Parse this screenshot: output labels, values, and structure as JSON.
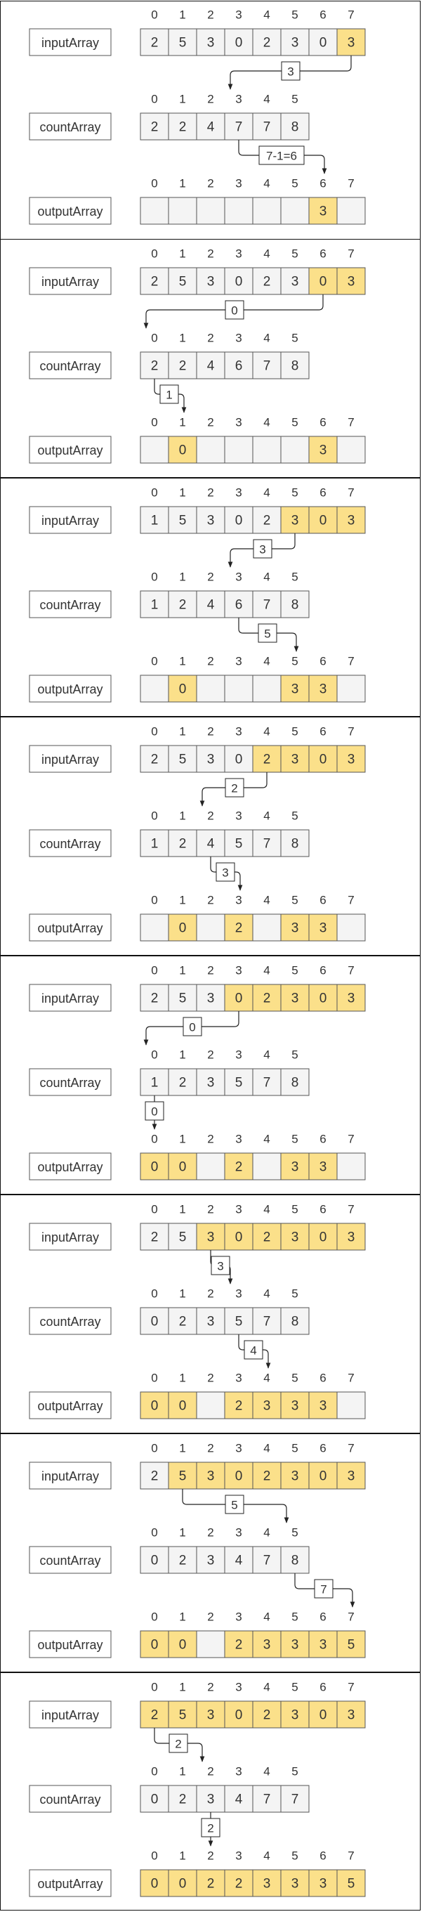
{
  "labels": {
    "input": "inputArray",
    "count": "countArray",
    "output": "outputArray"
  },
  "colors": {
    "highlight": "#fbe08a",
    "plain": "#f4f4f4",
    "border": "#555555",
    "arrow": "#222222"
  },
  "steps": [
    {
      "input": [
        "2",
        "5",
        "3",
        "0",
        "2",
        "3",
        "0",
        "3"
      ],
      "input_highlight": [
        7
      ],
      "input_indices": [
        "0",
        "1",
        "2",
        "3",
        "4",
        "5",
        "6",
        "7"
      ],
      "count": [
        "2",
        "2",
        "4",
        "7",
        "7",
        "8"
      ],
      "count_indices": [
        "0",
        "1",
        "2",
        "3",
        "4",
        "5"
      ],
      "output": [
        "",
        "",
        "",
        "",
        "",
        "",
        "3",
        ""
      ],
      "output_highlight": [
        6
      ],
      "output_indices": [
        "0",
        "1",
        "2",
        "3",
        "4",
        "5",
        "6",
        "7"
      ],
      "value_tag": "3",
      "index_tag": "7-1=6",
      "value_from": 7,
      "value_to": 3,
      "index_from": 3,
      "index_to": 6
    },
    {
      "input": [
        "2",
        "5",
        "3",
        "0",
        "2",
        "3",
        "0",
        "3"
      ],
      "input_highlight": [
        6,
        7
      ],
      "input_indices": [
        "0",
        "1",
        "2",
        "3",
        "4",
        "5",
        "6",
        "7"
      ],
      "count": [
        "2",
        "2",
        "4",
        "6",
        "7",
        "8"
      ],
      "count_indices": [
        "0",
        "1",
        "2",
        "3",
        "4",
        "5"
      ],
      "output": [
        "",
        "0",
        "",
        "",
        "",
        "",
        "3",
        ""
      ],
      "output_highlight": [
        1,
        6
      ],
      "output_indices": [
        "0",
        "1",
        "2",
        "3",
        "4",
        "5",
        "6",
        "7"
      ],
      "value_tag": "0",
      "index_tag": "1",
      "value_from": 6,
      "value_to": 0,
      "index_from": 0,
      "index_to": 1
    },
    {
      "input": [
        "1",
        "5",
        "3",
        "0",
        "2",
        "3",
        "0",
        "3"
      ],
      "input_highlight": [
        5,
        6,
        7
      ],
      "input_indices": [
        "0",
        "1",
        "2",
        "3",
        "4",
        "5",
        "6",
        "7"
      ],
      "count": [
        "1",
        "2",
        "4",
        "6",
        "7",
        "8"
      ],
      "count_indices": [
        "0",
        "1",
        "2",
        "3",
        "4",
        "5"
      ],
      "output": [
        "",
        "0",
        "",
        "",
        "",
        "3",
        "3",
        ""
      ],
      "output_highlight": [
        1,
        5,
        6
      ],
      "output_indices": [
        "0",
        "1",
        "2",
        "3",
        "4",
        "5",
        "6",
        "7"
      ],
      "value_tag": "3",
      "index_tag": "5",
      "value_from": 5,
      "value_to": 3,
      "index_from": 3,
      "index_to": 5
    },
    {
      "input": [
        "2",
        "5",
        "3",
        "0",
        "2",
        "3",
        "0",
        "3"
      ],
      "input_highlight": [
        4,
        5,
        6,
        7
      ],
      "input_indices": [
        "0",
        "1",
        "2",
        "3",
        "4",
        "5",
        "6",
        "7"
      ],
      "count": [
        "1",
        "2",
        "4",
        "5",
        "7",
        "8"
      ],
      "count_indices": [
        "0",
        "1",
        "2",
        "3",
        "4",
        "5"
      ],
      "output": [
        "",
        "0",
        "",
        "2",
        "",
        "3",
        "3",
        ""
      ],
      "output_highlight": [
        1,
        3,
        5,
        6
      ],
      "output_indices": [
        "0",
        "1",
        "2",
        "3",
        "4",
        "5",
        "6",
        "7"
      ],
      "value_tag": "2",
      "index_tag": "3",
      "value_from": 4,
      "value_to": 2,
      "index_from": 2,
      "index_to": 3
    },
    {
      "input": [
        "2",
        "5",
        "3",
        "0",
        "2",
        "3",
        "0",
        "3"
      ],
      "input_highlight": [
        3,
        4,
        5,
        6,
        7
      ],
      "input_indices": [
        "0",
        "1",
        "2",
        "3",
        "4",
        "5",
        "6",
        "7"
      ],
      "count": [
        "1",
        "2",
        "3",
        "5",
        "7",
        "8"
      ],
      "count_indices": [
        "0",
        "1",
        "2",
        "3",
        "4",
        "5"
      ],
      "output": [
        "0",
        "0",
        "",
        "2",
        "",
        "3",
        "3",
        ""
      ],
      "output_highlight": [
        0,
        1,
        3,
        5,
        6
      ],
      "output_indices": [
        "0",
        "1",
        "2",
        "3",
        "4",
        "5",
        "6",
        "7"
      ],
      "value_tag": "0",
      "index_tag": "0",
      "value_from": 3,
      "value_to": 0,
      "index_from": 0,
      "index_to": 0
    },
    {
      "input": [
        "2",
        "5",
        "3",
        "0",
        "2",
        "3",
        "0",
        "3"
      ],
      "input_highlight": [
        2,
        3,
        4,
        5,
        6,
        7
      ],
      "input_indices": [
        "0",
        "1",
        "2",
        "3",
        "4",
        "5",
        "6",
        "7"
      ],
      "count": [
        "0",
        "2",
        "3",
        "5",
        "7",
        "8"
      ],
      "count_indices": [
        "0",
        "1",
        "2",
        "3",
        "4",
        "5"
      ],
      "output": [
        "0",
        "0",
        "",
        "2",
        "3",
        "3",
        "3",
        ""
      ],
      "output_highlight": [
        0,
        1,
        3,
        4,
        5,
        6
      ],
      "output_indices": [
        "0",
        "1",
        "2",
        "3",
        "4",
        "5",
        "6",
        "7"
      ],
      "value_tag": "3",
      "index_tag": "4",
      "value_from": 2,
      "value_to": 3,
      "index_from": 3,
      "index_to": 4
    },
    {
      "input": [
        "2",
        "5",
        "3",
        "0",
        "2",
        "3",
        "0",
        "3"
      ],
      "input_highlight": [
        1,
        2,
        3,
        4,
        5,
        6,
        7
      ],
      "input_indices": [
        "0",
        "1",
        "2",
        "3",
        "4",
        "5",
        "6",
        "7"
      ],
      "count": [
        "0",
        "2",
        "3",
        "4",
        "7",
        "8"
      ],
      "count_indices": [
        "0",
        "1",
        "2",
        "3",
        "4",
        "5"
      ],
      "output": [
        "0",
        "0",
        "",
        "2",
        "3",
        "3",
        "3",
        "5"
      ],
      "output_highlight": [
        0,
        1,
        3,
        4,
        5,
        6,
        7
      ],
      "output_indices": [
        "0",
        "1",
        "2",
        "3",
        "4",
        "5",
        "6",
        "7"
      ],
      "value_tag": "5",
      "index_tag": "7",
      "value_from": 1,
      "value_to": 5,
      "index_from": 5,
      "index_to": 7
    },
    {
      "input": [
        "2",
        "5",
        "3",
        "0",
        "2",
        "3",
        "0",
        "3"
      ],
      "input_highlight": [
        0,
        1,
        2,
        3,
        4,
        5,
        6,
        7
      ],
      "input_indices": [
        "0",
        "1",
        "2",
        "3",
        "4",
        "5",
        "6",
        "7"
      ],
      "count": [
        "0",
        "2",
        "3",
        "4",
        "7",
        "7"
      ],
      "count_indices": [
        "0",
        "1",
        "2",
        "3",
        "4",
        "5"
      ],
      "output": [
        "0",
        "0",
        "2",
        "2",
        "3",
        "3",
        "3",
        "5"
      ],
      "output_highlight": [
        0,
        1,
        2,
        3,
        4,
        5,
        6,
        7
      ],
      "output_indices": [
        "0",
        "1",
        "2",
        "3",
        "4",
        "5",
        "6",
        "7"
      ],
      "value_tag": "2",
      "index_tag": "2",
      "value_from": 0,
      "value_to": 2,
      "index_from": 2,
      "index_to": 2
    }
  ]
}
